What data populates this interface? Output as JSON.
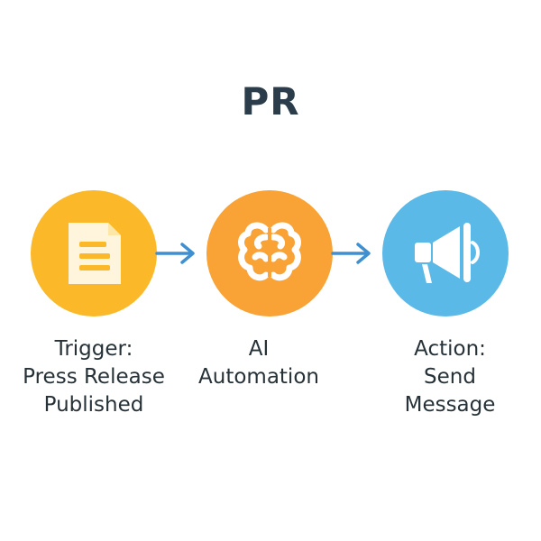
{
  "title": "PR",
  "colors": {
    "trigger": "#fbb829",
    "ai": "#f9a235",
    "action": "#5bb9e8",
    "arrow": "#3f8fd1",
    "title": "#2b3d4a"
  },
  "steps": [
    {
      "icon": "document-icon",
      "lines": [
        "Trigger:",
        "Press Release",
        "Published"
      ]
    },
    {
      "icon": "brain-icon",
      "lines": [
        "AI",
        "Automation"
      ]
    },
    {
      "icon": "megaphone-icon",
      "lines": [
        "Action:",
        "Send",
        "Message"
      ]
    }
  ]
}
